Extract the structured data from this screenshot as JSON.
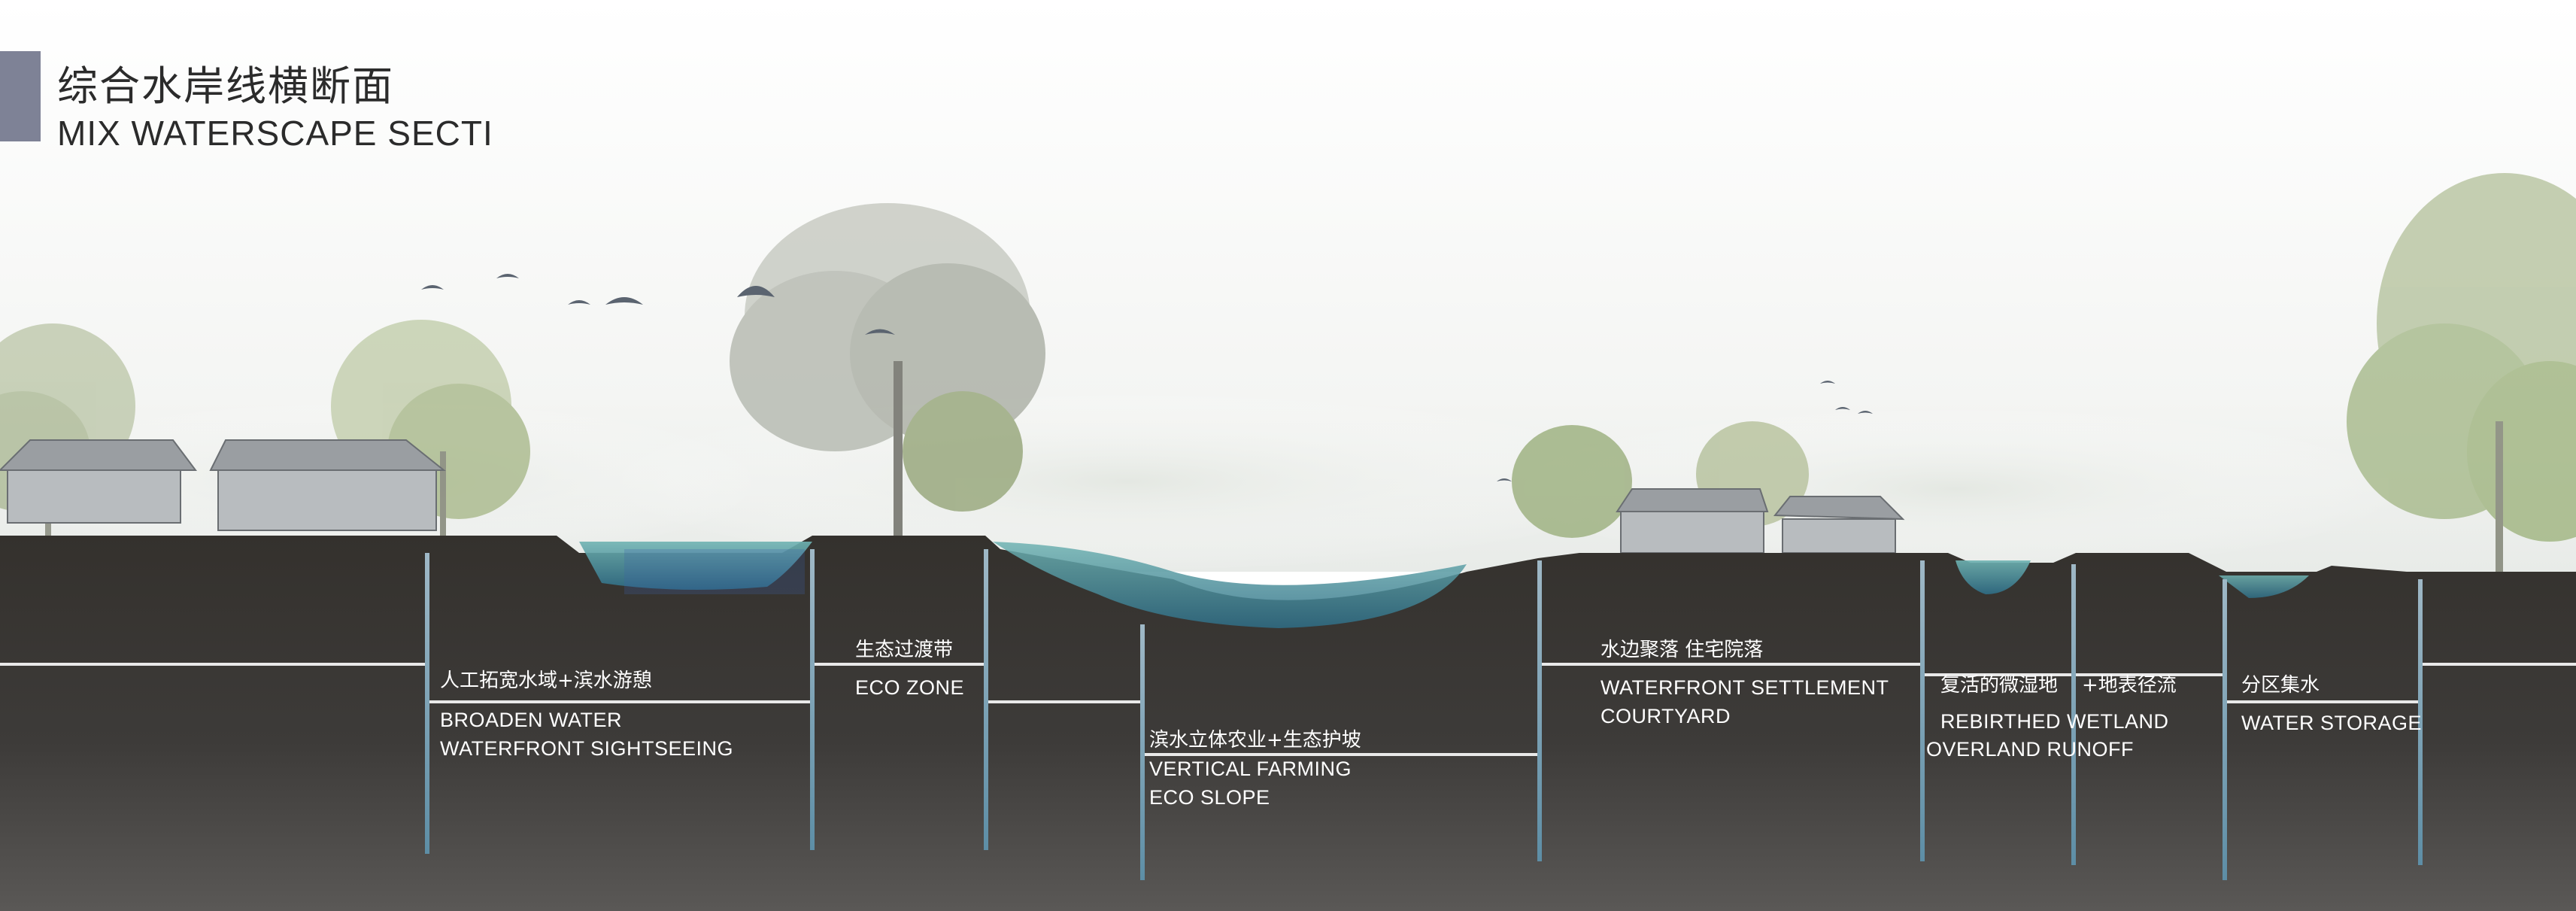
{
  "header": {
    "title_zh": "综合水岸线横断面",
    "title_en": "MIX WATERSCAPE SECTI"
  },
  "zones": [
    {
      "zh": "人工拓宽水域+滨水游憩",
      "en": [
        "BROADEN WATER",
        "WATERFRONT SIGHTSEEING"
      ]
    },
    {
      "zh": "生态过渡带",
      "en": [
        "ECO ZONE"
      ]
    },
    {
      "zh": "滨水立体农业+生态护坡",
      "en": [
        "VERTICAL FARMING",
        "ECO SLOPE"
      ]
    },
    {
      "zh": "水边聚落 住宅院落",
      "en": [
        "WATERFRONT SETTLEMENT",
        "COURTYARD"
      ]
    },
    {
      "zh": "复活的微湿地",
      "en": [
        "REBIRTHED WETLAND"
      ]
    },
    {
      "zh": "+地表径流",
      "en": [
        "OVERLAND RUNOFF"
      ]
    },
    {
      "zh": "分区集水",
      "en": [
        "WATER STORAGE"
      ]
    }
  ],
  "colors": {
    "soil_top": "#3a3733",
    "soil_bottom": "#4c4a48",
    "water": "#5fa4a6",
    "water_deep": "#2f6f8a",
    "foliage": "#a9b58e",
    "building": "#8f9396",
    "title_bar": "#7e8296",
    "guide_line": "#e9e9e9"
  }
}
